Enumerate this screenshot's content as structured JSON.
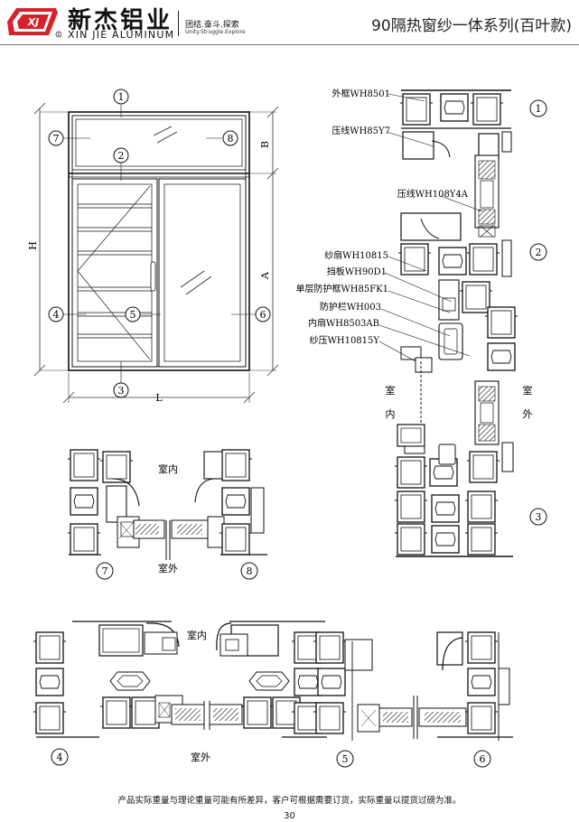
{
  "header": {
    "brand_cn": "新杰铝业",
    "brand_en": "XIN JIE ALUMINUM",
    "slogan_cn": "团结.奋斗.探索",
    "slogan_en": "Unity.Struggle.Explore",
    "series_title": "90隔热窗纱一体系列(百叶款)",
    "logo_color": "#d6232a"
  },
  "elevation": {
    "dim_h": "H",
    "dim_a": "A",
    "dim_b": "B",
    "dim_l": "L",
    "markers": [
      "1",
      "2",
      "3",
      "4",
      "5",
      "6",
      "7",
      "8"
    ]
  },
  "profiles": [
    {
      "text": "外框WH8501"
    },
    {
      "text": "压线WH85Y7"
    },
    {
      "text": "压线WH108Y4A"
    },
    {
      "text": "纱扇WH10815"
    },
    {
      "text": "挡板WH90D1"
    },
    {
      "text": "单层防护框WH85FK1"
    },
    {
      "text": "防护栏WH003"
    },
    {
      "text": "内扇WH8503AB"
    },
    {
      "text": "纱压WH10815Y"
    }
  ],
  "right_section": {
    "indoor_1": "室",
    "indoor_2": "内",
    "outdoor_1": "室",
    "outdoor_2": "外",
    "marker_top": "1",
    "marker_mid": "2",
    "marker_bot": "3"
  },
  "section_78": {
    "indoor": "室内",
    "outdoor": "室外",
    "marker_left": "7",
    "marker_right": "8"
  },
  "section_456": {
    "indoor": "室内",
    "outdoor": "室外",
    "marker_4": "4",
    "marker_5": "5",
    "marker_6": "6"
  },
  "footer": {
    "note": "产品实际重量与理论重量可能有所差异，客户可根据需要订货，实际重量以提货过磅为准。",
    "page_number": "30"
  }
}
